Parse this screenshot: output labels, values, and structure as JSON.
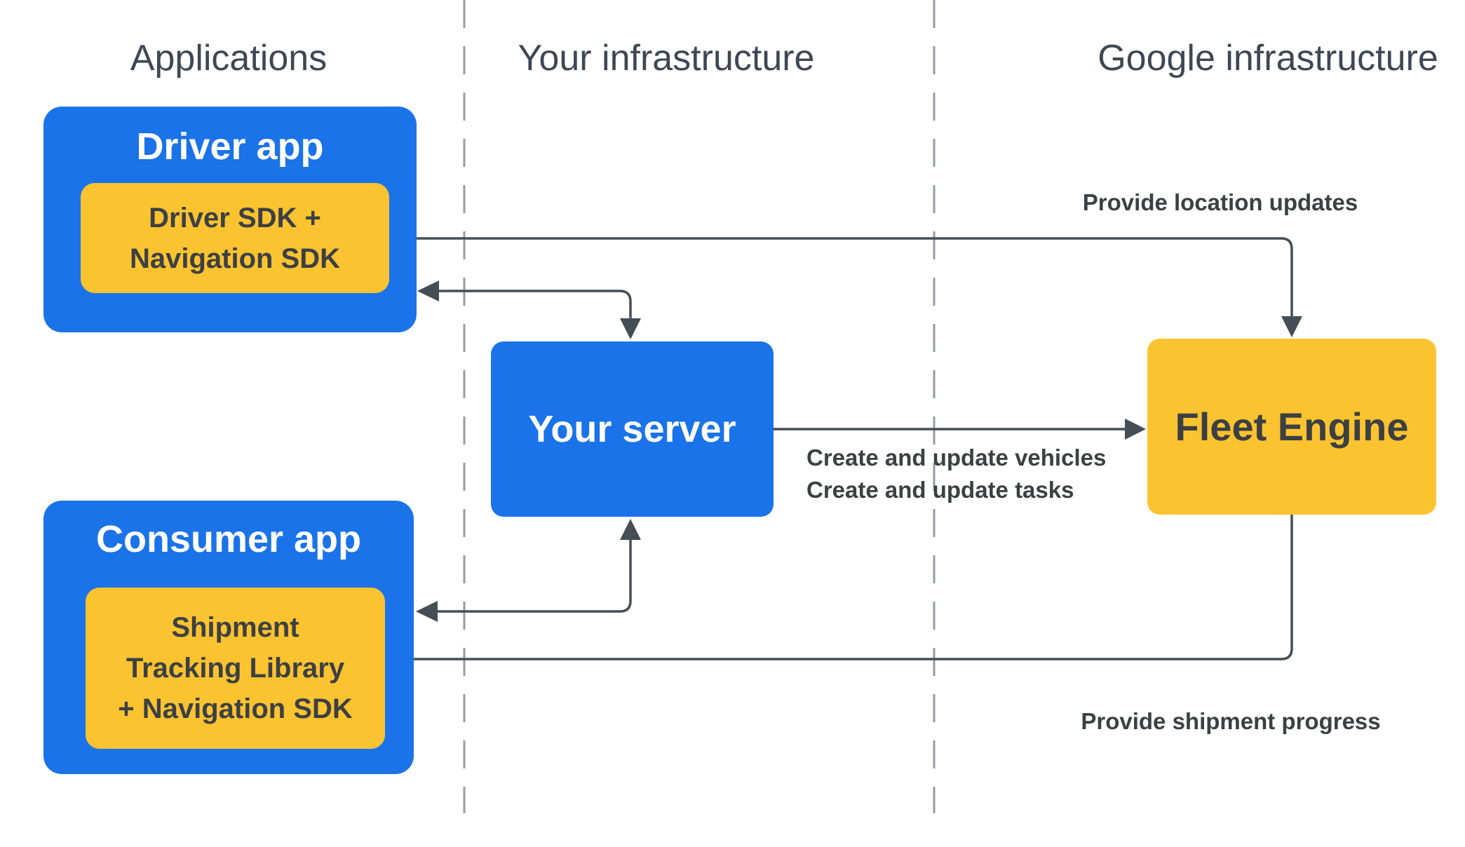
{
  "colors": {
    "blue": "#1a73e8",
    "yellow": "#fcc330",
    "line": "#454d55",
    "divider": "#959ba1",
    "header_text": "#3e4854",
    "dark_text": "#3c4043",
    "white_text": "#ffffff",
    "background": "#ffffff"
  },
  "columns": [
    {
      "label": "Applications"
    },
    {
      "label": "Your infrastructure"
    },
    {
      "label": "Google infrastructure"
    }
  ],
  "nodes": {
    "driver_app": {
      "title": "Driver app"
    },
    "driver_sdk": {
      "lines": [
        "Driver SDK +",
        "Navigation SDK"
      ]
    },
    "consumer_app": {
      "title": "Consumer app"
    },
    "shipment_lib": {
      "lines": [
        "Shipment",
        "Tracking Library",
        "+ Navigation SDK"
      ]
    },
    "your_server": {
      "title": "Your server"
    },
    "fleet_engine": {
      "title": "Fleet Engine"
    }
  },
  "edges": {
    "location_updates": {
      "label": "Provide location updates"
    },
    "create_update": {
      "lines": [
        "Create and update vehicles",
        "Create and update tasks"
      ]
    },
    "shipment_progress": {
      "label": "Provide shipment progress"
    }
  }
}
